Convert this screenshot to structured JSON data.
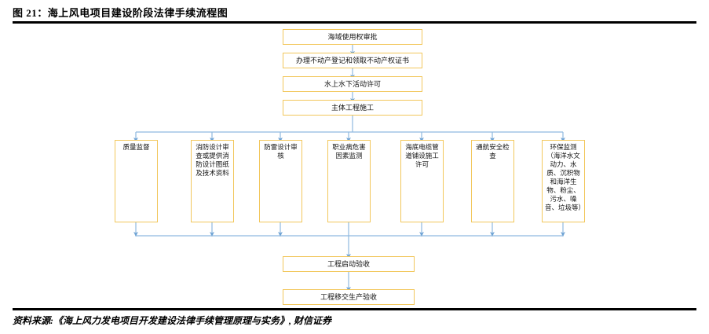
{
  "figure": {
    "title": "图 21：海上风电项目建设阶段法律手续流程图",
    "source": "资料来源:《海上风力发电项目开发建设法律手续管理原理与实务》, 财信证券"
  },
  "colors": {
    "box_border": "#F2C75C",
    "box_fill": "#FFFFFF",
    "connector": "#8FB9E0",
    "rule": "#000000"
  },
  "flow": {
    "trunk_top": [
      {
        "id": "sea-use-approval",
        "label": "海域使用权审批"
      },
      {
        "id": "property-registration",
        "label": "办理不动产登记和领取不动产权证书"
      },
      {
        "id": "water-activity-permit",
        "label": "水上水下活动许可"
      },
      {
        "id": "main-construction",
        "label": "主体工程施工"
      }
    ],
    "branches": [
      {
        "id": "quality-supervision",
        "label": "质量监督"
      },
      {
        "id": "fire-design-review",
        "label": "消防设计审查或提供消防设计图纸及技术资料"
      },
      {
        "id": "lightning-design-review",
        "label": "防雷设计审核"
      },
      {
        "id": "occupational-disease-monitoring",
        "label": "职业病危害因素监测"
      },
      {
        "id": "submarine-cable-permit",
        "label": "海底电缆管道铺设施工许可"
      },
      {
        "id": "navigation-safety-inspection",
        "label": "通航安全检查"
      },
      {
        "id": "environmental-monitoring",
        "label": "环保监测（海洋水文动力、水质、沉积物和海洋生物、粉尘、污水、噪音、垃圾等）"
      }
    ],
    "trunk_bottom": [
      {
        "id": "startup-acceptance",
        "label": "工程启动验收"
      },
      {
        "id": "handover-acceptance",
        "label": "工程移交生产验收"
      }
    ]
  }
}
